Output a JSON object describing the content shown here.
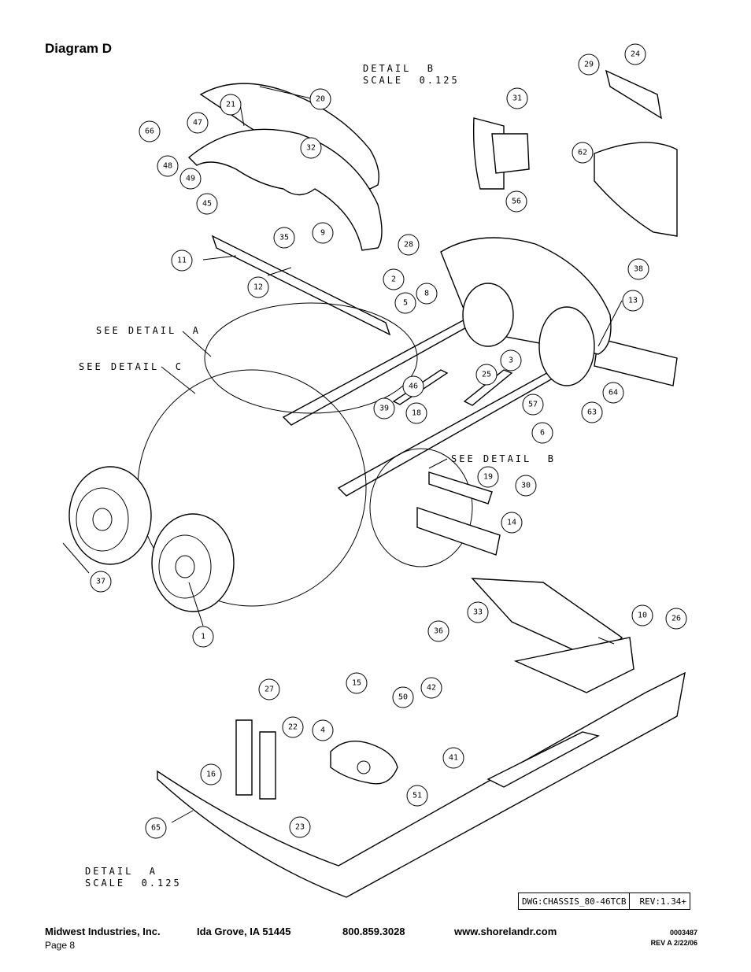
{
  "page_title": "Diagram D",
  "detail_labels": {
    "detail_b_title": "DETAIL  B",
    "detail_b_scale": "SCALE  0.125",
    "detail_a_title": "DETAIL  A",
    "detail_a_scale": "SCALE  0.125",
    "see_detail_a": "SEE DETAIL  A",
    "see_detail_c": "SEE DETAIL  C",
    "see_detail_b": "SEE DETAIL  B"
  },
  "callouts": [
    "20",
    "21",
    "66",
    "47",
    "32",
    "48",
    "49",
    "45",
    "35",
    "9",
    "11",
    "12",
    "28",
    "2",
    "5",
    "8",
    "13",
    "39",
    "46",
    "25",
    "18",
    "3",
    "57",
    "64",
    "63",
    "6",
    "19",
    "30",
    "14",
    "37",
    "1",
    "24",
    "29",
    "31",
    "62",
    "56",
    "38",
    "10",
    "26",
    "33",
    "36",
    "27",
    "15",
    "50",
    "42",
    "22",
    "4",
    "41",
    "16",
    "51",
    "23",
    "65"
  ],
  "drawing_info": {
    "dwg": "DWG:CHASSIS_80-46TCB",
    "rev": "REV:1.34+"
  },
  "footer": {
    "company": "Midwest Industries, Inc.",
    "location": "Ida Grove, IA  51445",
    "phone": "800.859.3028",
    "website": "www.shorelandr.com",
    "page": "Page 8",
    "doc_number": "0003487",
    "revision": "REV A  2/22/06"
  }
}
